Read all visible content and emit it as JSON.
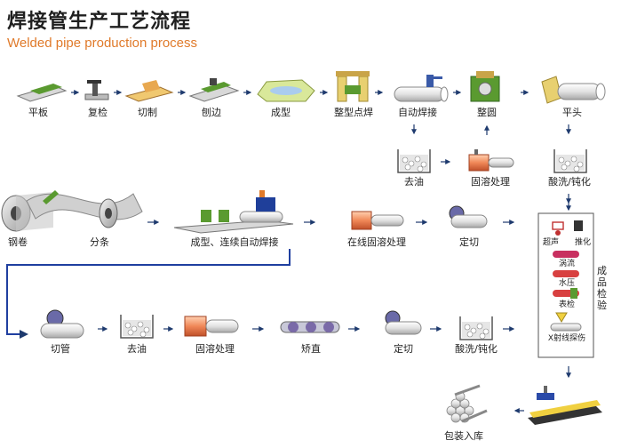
{
  "title": "焊接管生产工艺流程",
  "subtitle": "Welded pipe production process",
  "row1": [
    "平板",
    "复检",
    "切制",
    "刨边",
    "成型",
    "整型点焊",
    "自动焊接",
    "整圆",
    "平头"
  ],
  "row1b": [
    "去油",
    "固溶处理",
    "酸洗/钝化"
  ],
  "row2": [
    "钢卷",
    "分条",
    "成型、连续自动焊接",
    "在线固溶处理",
    "定切"
  ],
  "inspection": {
    "title": "成品检验",
    "items": [
      "超声",
      "推化",
      "涡流",
      "水压",
      "表检",
      "X射线探伤"
    ]
  },
  "row3": [
    "切管",
    "去油",
    "固溶处理",
    "矫直",
    "定切",
    "酸洗/钝化"
  ],
  "final": "包装入库",
  "colors": {
    "arrow": "#1e3a6e",
    "connector": "#1f3fa0",
    "title_en": "#e07a2a",
    "pipe": "#e8e8e8",
    "heater": "#e87850",
    "green": "#5a9a30",
    "yellow": "#f0d040"
  }
}
